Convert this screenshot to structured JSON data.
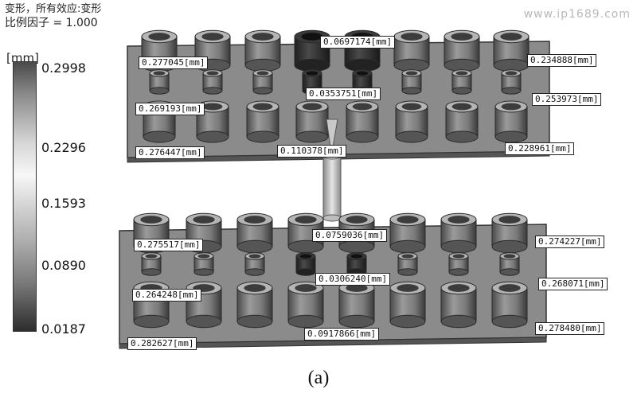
{
  "header": {
    "title": "变形，所有效应:变形",
    "scale": "比例因子 = 1.000"
  },
  "watermark": "www.ip1689.com",
  "legend": {
    "unit": "[mm]",
    "ticks": [
      "0.2998",
      "0.2296",
      "0.1593",
      "0.0890",
      "0.0187"
    ]
  },
  "labels": {
    "top": [
      "0.0697174[mm]",
      "0.277045[mm]",
      "0.234888[mm]",
      "0.0353751[mm]",
      "0.269193[mm]",
      "0.253973[mm]",
      "0.276447[mm]",
      "0.110378[mm]",
      "0.228961[mm]"
    ],
    "bottom": [
      "0.0759036[mm]",
      "0.275517[mm]",
      "0.274227[mm]",
      "0.0306240[mm]",
      "0.264248[mm]",
      "0.268071[mm]",
      "0.282627[mm]",
      "0.0917866[mm]",
      "0.278480[mm]"
    ]
  },
  "caption": "(a)"
}
